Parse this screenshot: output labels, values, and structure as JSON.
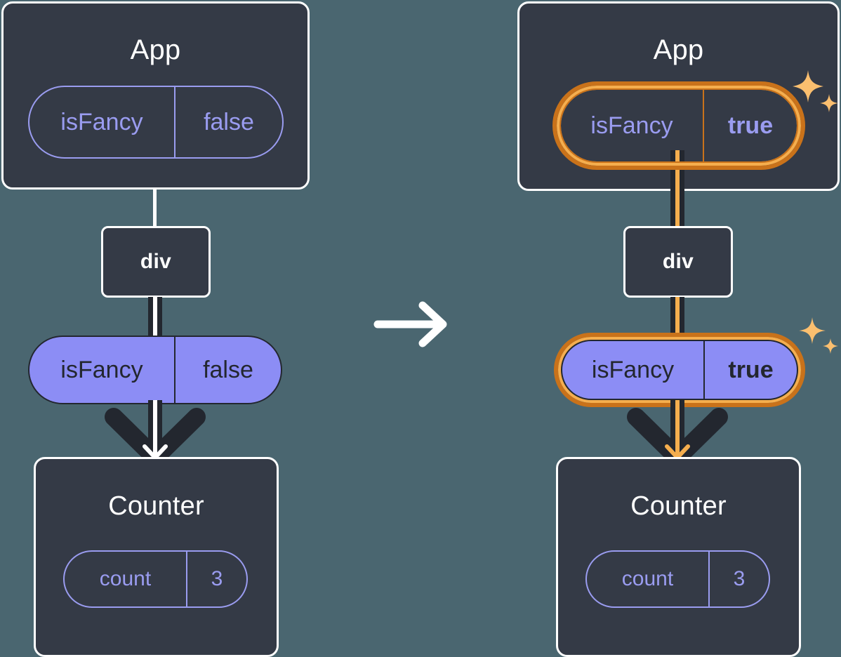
{
  "diagram": {
    "title": "React state update propagation diagram",
    "colors": {
      "background": "#4a6670",
      "card": "#343a46",
      "card_border": "#ffffff",
      "pill_outline": "#9a9cf0",
      "pill_filled": "#8c8df5",
      "pill_filled_text": "#23272f",
      "highlight_outer": "#c9721a",
      "highlight_inner": "#f5ae4e",
      "connector_dark": "#23272f",
      "connector_light": "#ffffff",
      "connector_highlight": "#f5ae4e"
    },
    "transition_arrow": "arrow-right-icon"
  },
  "before": {
    "app": {
      "title": "App",
      "state_pill": {
        "name": "isFancy",
        "value": "false",
        "highlighted": false
      }
    },
    "element": {
      "label": "div"
    },
    "props_pill": {
      "name": "isFancy",
      "value": "false",
      "highlighted": false
    },
    "counter": {
      "title": "Counter",
      "state_pill": {
        "name": "count",
        "value": "3",
        "highlighted": false
      }
    }
  },
  "after": {
    "app": {
      "title": "App",
      "state_pill": {
        "name": "isFancy",
        "value": "true",
        "highlighted": true
      }
    },
    "element": {
      "label": "div"
    },
    "props_pill": {
      "name": "isFancy",
      "value": "true",
      "highlighted": true
    },
    "counter": {
      "title": "Counter",
      "state_pill": {
        "name": "count",
        "value": "3",
        "highlighted": false
      }
    }
  }
}
